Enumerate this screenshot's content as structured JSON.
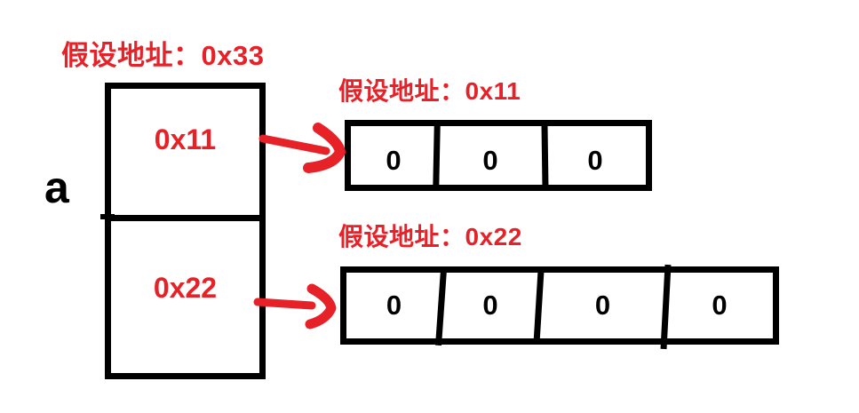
{
  "colors": {
    "red": "#e62128",
    "ink": "#000000"
  },
  "label_a": "a",
  "pointer_box": {
    "title": "假设地址：0x33",
    "cells": [
      "0x11",
      "0x22"
    ]
  },
  "array1": {
    "title": "假设地址：0x11",
    "cells": [
      "0",
      "0",
      "0"
    ]
  },
  "array2": {
    "title": "假设地址：0x22",
    "cells": [
      "0",
      "0",
      "0",
      "0"
    ]
  }
}
